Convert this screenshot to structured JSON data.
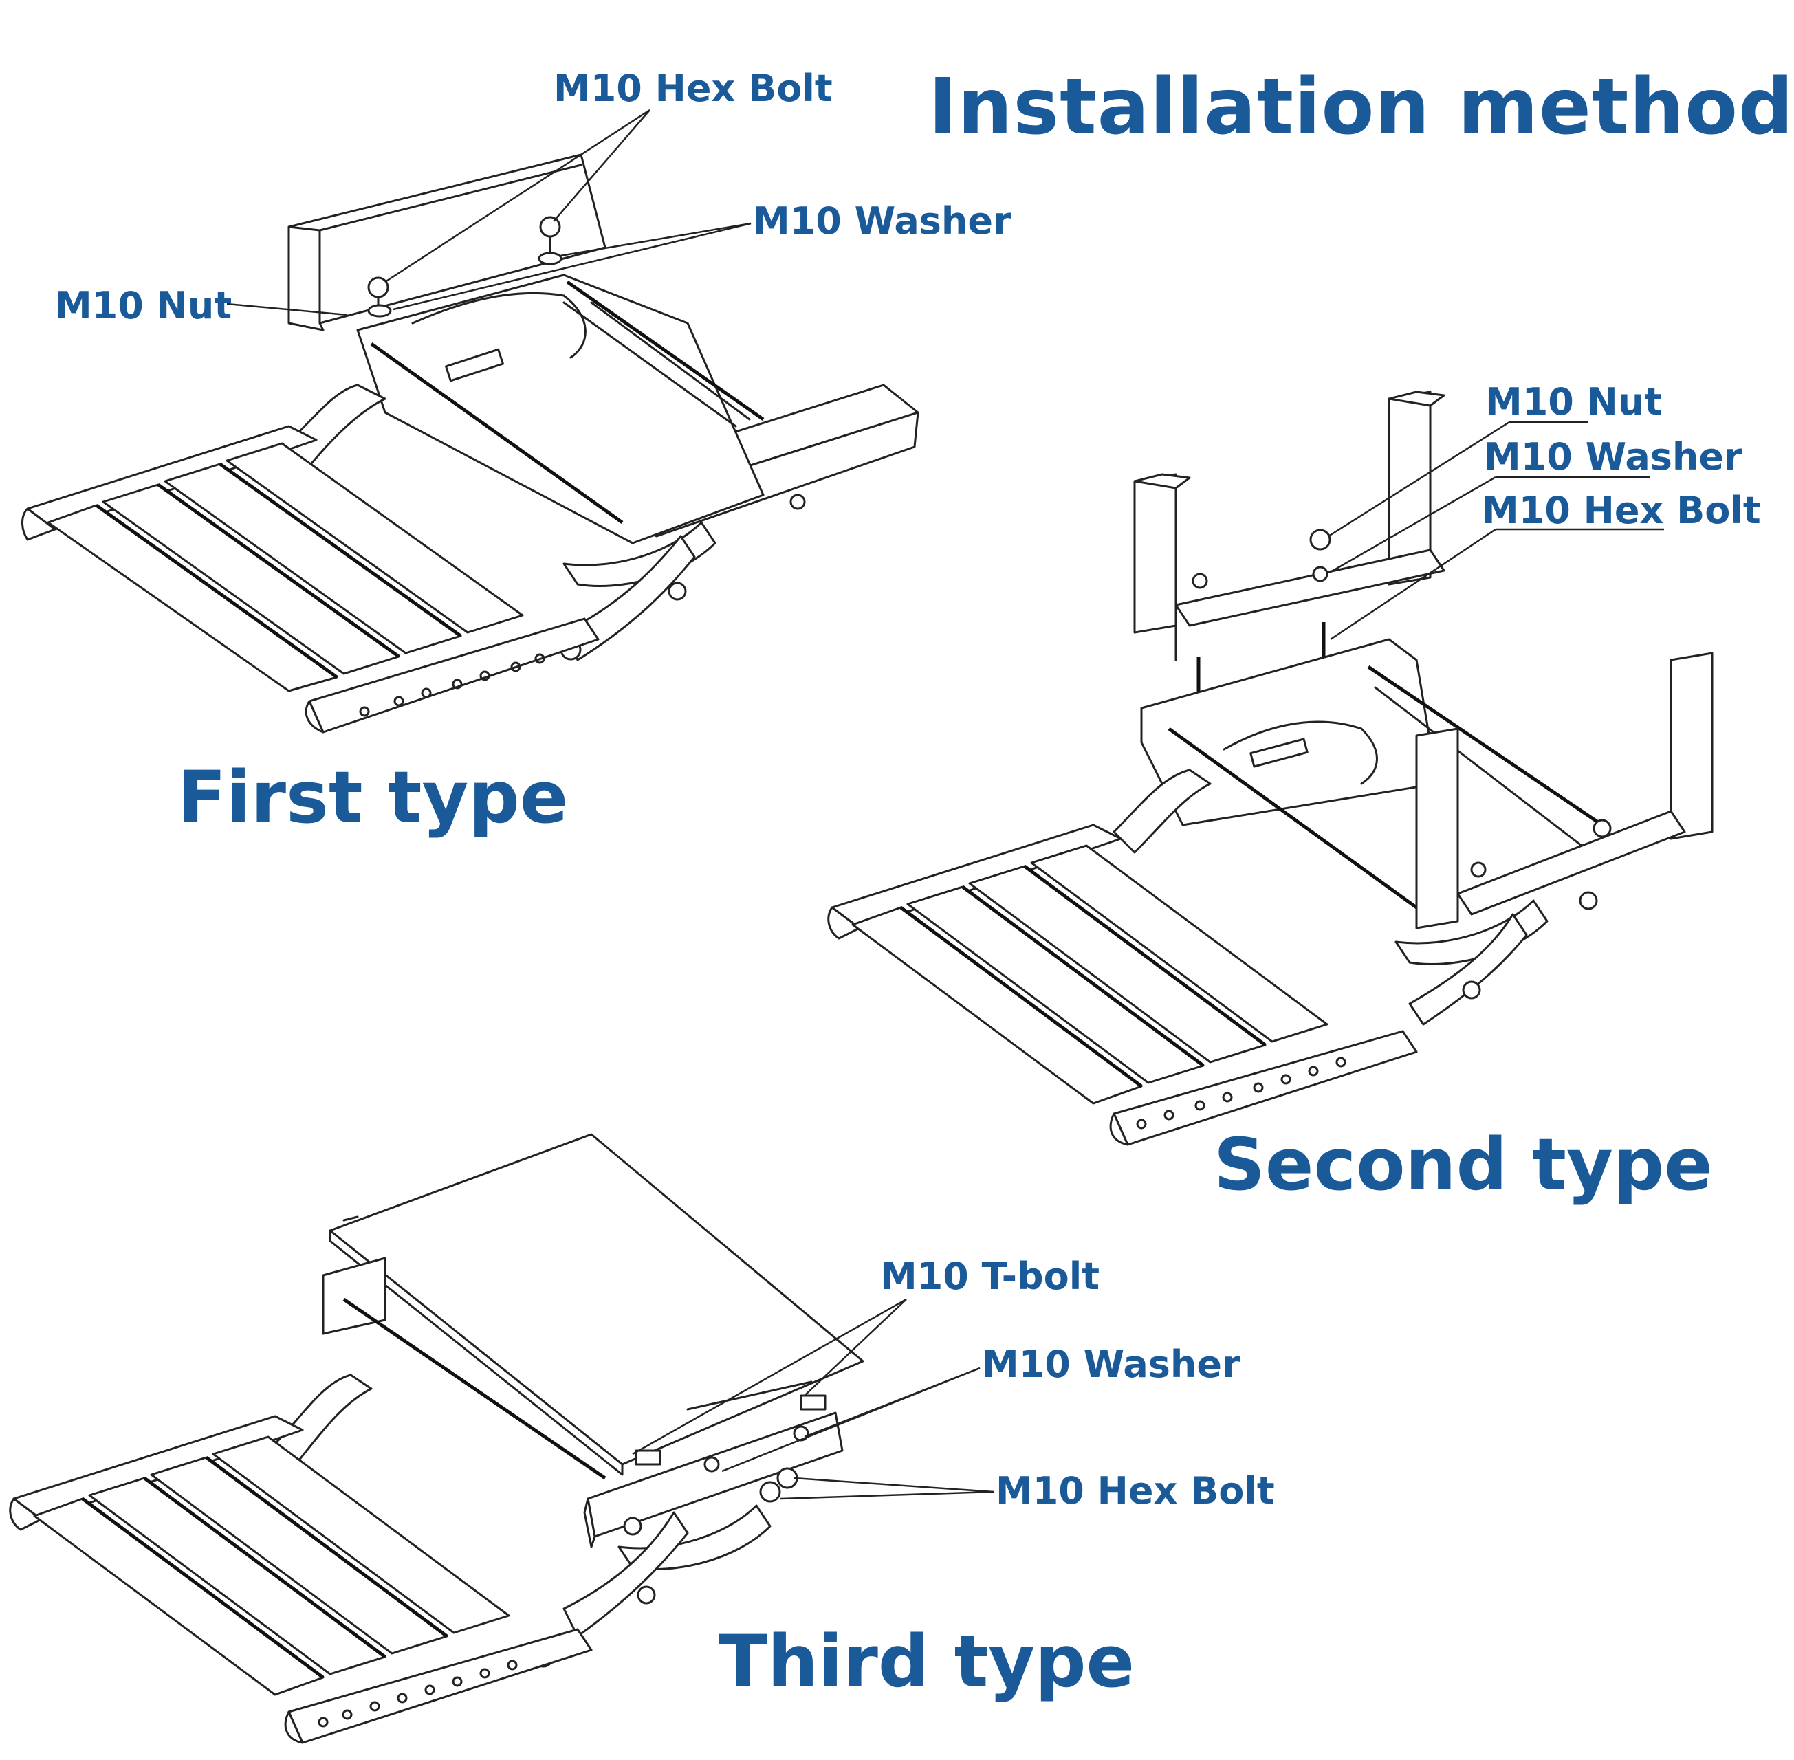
{
  "title": "Installation method",
  "types": {
    "first": "First type",
    "second": "Second type",
    "third": "Third type"
  },
  "labels": {
    "first": {
      "hex_bolt": "M10 Hex Bolt",
      "washer": "M10 Washer",
      "nut": "M10 Nut"
    },
    "second": {
      "nut": "M10 Nut",
      "washer": "M10 Washer",
      "hex_bolt": "M10 Hex Bolt"
    },
    "third": {
      "t_bolt": "M10 T-bolt",
      "washer": "M10 Washer",
      "hex_bolt": "M10 Hex Bolt"
    }
  },
  "colors": {
    "text": "#1a5a99",
    "lines": "#222222",
    "background": "#ffffff"
  }
}
